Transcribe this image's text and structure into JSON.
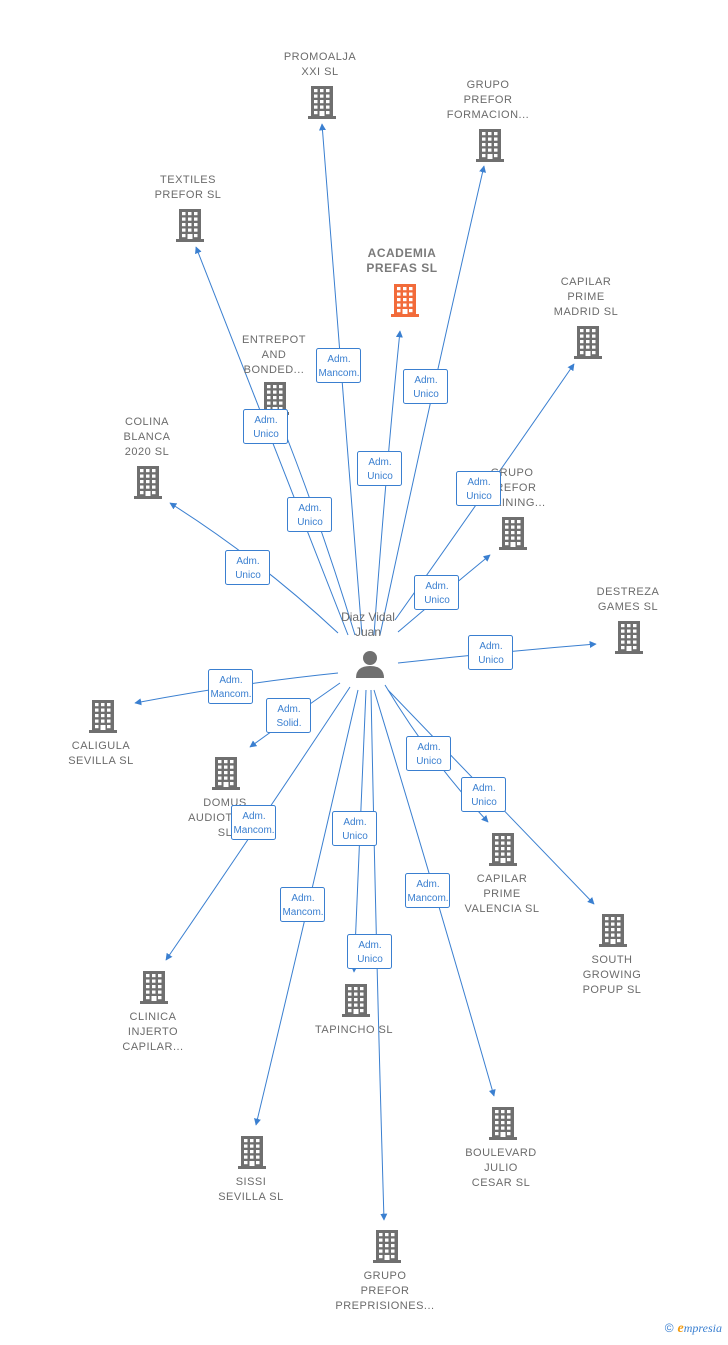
{
  "center": {
    "label_lines": [
      "Diaz Vidal",
      "Juan"
    ],
    "icon": "person-icon"
  },
  "nodes": [
    {
      "id": "academia",
      "lines": [
        "ACADEMIA",
        "PREFAS  SL"
      ],
      "highlight": true,
      "color": "#f26b3a"
    },
    {
      "id": "promoalja",
      "lines": [
        "PROMOALJA",
        "XXI  SL"
      ]
    },
    {
      "id": "grupo_formacion",
      "lines": [
        "GRUPO",
        "PREFOR",
        "FORMACION..."
      ]
    },
    {
      "id": "textiles",
      "lines": [
        "TEXTILES",
        "PREFOR  SL"
      ]
    },
    {
      "id": "capilar_madrid",
      "lines": [
        "CAPILAR",
        "PRIME",
        "MADRID  SL"
      ]
    },
    {
      "id": "entrepot",
      "lines": [
        "ENTREPOT",
        "AND",
        "BONDED..."
      ]
    },
    {
      "id": "colina",
      "lines": [
        "COLINA",
        "BLANCA",
        "2020  SL"
      ]
    },
    {
      "id": "grupo_training",
      "lines": [
        "GRUPO",
        "PREFOR",
        "TRAINING..."
      ]
    },
    {
      "id": "destreza",
      "lines": [
        "DESTREZA",
        "GAMES  SL"
      ]
    },
    {
      "id": "caligula",
      "lines": [
        "CALIGULA",
        "SEVILLA  SL"
      ]
    },
    {
      "id": "domus",
      "lines": [
        "DOMUS",
        "AUDIOTONIC",
        "SL"
      ]
    },
    {
      "id": "capilar_valencia",
      "lines": [
        "CAPILAR",
        "PRIME",
        "VALENCIA  SL"
      ]
    },
    {
      "id": "south",
      "lines": [
        "SOUTH",
        "GROWING",
        "POPUP  SL"
      ]
    },
    {
      "id": "clinica",
      "lines": [
        "CLINICA",
        "INJERTO",
        "CAPILAR..."
      ]
    },
    {
      "id": "tapincho",
      "lines": [
        "TAPINCHO  SL"
      ]
    },
    {
      "id": "boulevard",
      "lines": [
        "BOULEVARD",
        "JULIO",
        "CESAR  SL"
      ]
    },
    {
      "id": "sissi",
      "lines": [
        "SISSI",
        "SEVILLA  SL"
      ]
    },
    {
      "id": "grupo_preprisiones",
      "lines": [
        "GRUPO",
        "PREFOR",
        "PREPRISIONES..."
      ]
    }
  ],
  "edges": [
    {
      "target": "promoalja",
      "role_lines": [
        "Adm.",
        "Mancom."
      ]
    },
    {
      "target": "grupo_formacion",
      "role_lines": [
        "Adm.",
        "Unico"
      ]
    },
    {
      "target": "academia",
      "role_lines": [
        "Adm.",
        "Unico"
      ]
    },
    {
      "target": "textiles",
      "role_lines": [
        "Adm.",
        "Unico"
      ]
    },
    {
      "target": "entrepot",
      "role_lines": [
        "Adm.",
        "Unico"
      ]
    },
    {
      "target": "capilar_madrid",
      "role_lines": [
        "Adm.",
        "Unico"
      ]
    },
    {
      "target": "colina",
      "role_lines": [
        "Adm.",
        "Unico"
      ]
    },
    {
      "target": "grupo_training",
      "role_lines": [
        "Adm.",
        "Unico"
      ]
    },
    {
      "target": "destreza",
      "role_lines": [
        "Adm.",
        "Unico"
      ]
    },
    {
      "target": "caligula",
      "role_lines": [
        "Adm.",
        "Mancom."
      ]
    },
    {
      "target": "domus",
      "role_lines": [
        "Adm.",
        "Solid."
      ]
    },
    {
      "target": "capilar_valencia",
      "role_lines": [
        "Adm.",
        "Unico"
      ]
    },
    {
      "target": "south",
      "role_lines": [
        "Adm.",
        "Unico"
      ]
    },
    {
      "target": "clinica",
      "role_lines": [
        "Adm.",
        "Mancom."
      ]
    },
    {
      "target": "tapincho",
      "role_lines": [
        "Adm.",
        "Unico"
      ]
    },
    {
      "target": "sissi",
      "role_lines": [
        "Adm.",
        "Mancom."
      ]
    },
    {
      "target": "grupo_preprisiones",
      "role_lines": [
        "Adm.",
        "Unico"
      ]
    },
    {
      "target": "boulevard",
      "role_lines": [
        "Adm.",
        "Mancom."
      ]
    }
  ],
  "brand": {
    "copyright": "©",
    "initial": "e",
    "rest": "mpresia"
  }
}
